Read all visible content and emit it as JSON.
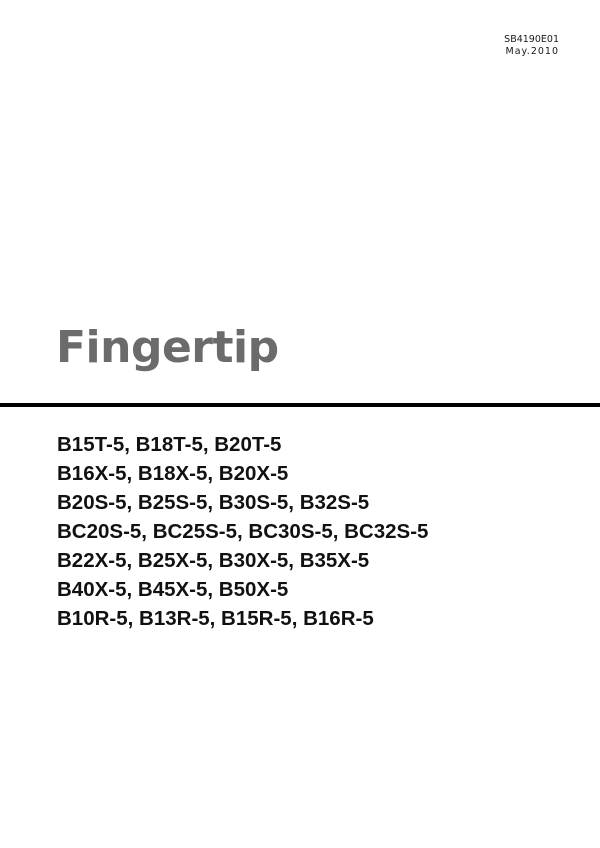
{
  "header": {
    "doc_code": "SB4190E01",
    "date": "May.2010"
  },
  "title": "Fingertip",
  "models": [
    "B15T-5, B18T-5, B20T-5",
    "B16X-5, B18X-5, B20X-5",
    "B20S-5, B25S-5, B30S-5, B32S-5",
    "BC20S-5, BC25S-5, BC30S-5, BC32S-5",
    "B22X-5, B25X-5, B30X-5, B35X-5",
    "B40X-5, B45X-5, B50X-5",
    "B10R-5, B13R-5, B15R-5, B16R-5"
  ],
  "colors": {
    "title": "#6b6b6b",
    "rule": "#000000",
    "text": "#111111"
  }
}
